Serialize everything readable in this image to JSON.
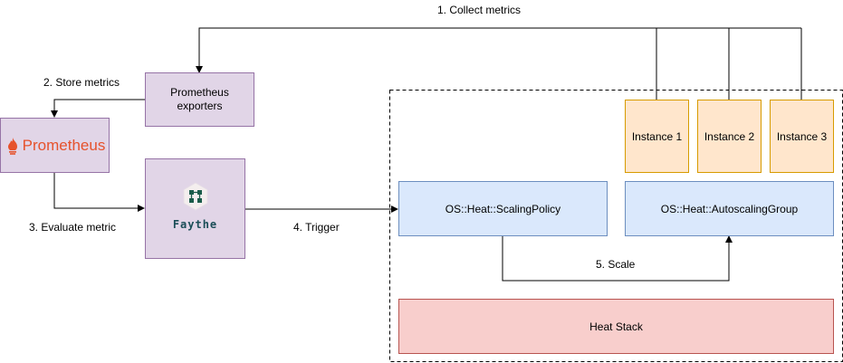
{
  "edges": {
    "collect": "1. Collect metrics",
    "store": "2. Store metrics",
    "evaluate": "3. Evaluate metric",
    "trigger": "4. Trigger",
    "scale": "5. Scale"
  },
  "nodes": {
    "exporters": "Prometheus exporters",
    "prometheus": "Prometheus",
    "faythe": "Faythe",
    "instances": [
      "Instance 1",
      "Instance 2",
      "Instance 3"
    ],
    "scaling_policy": "OS::Heat::ScalingPolicy",
    "autoscaling_group": "OS::Heat::AutoscalingGroup",
    "heat_stack": "Heat Stack"
  },
  "colors": {
    "prometheus_brand": "#e6522c",
    "faythe_text": "#1a4d57",
    "faythe_icon": "#1a5c4a"
  }
}
